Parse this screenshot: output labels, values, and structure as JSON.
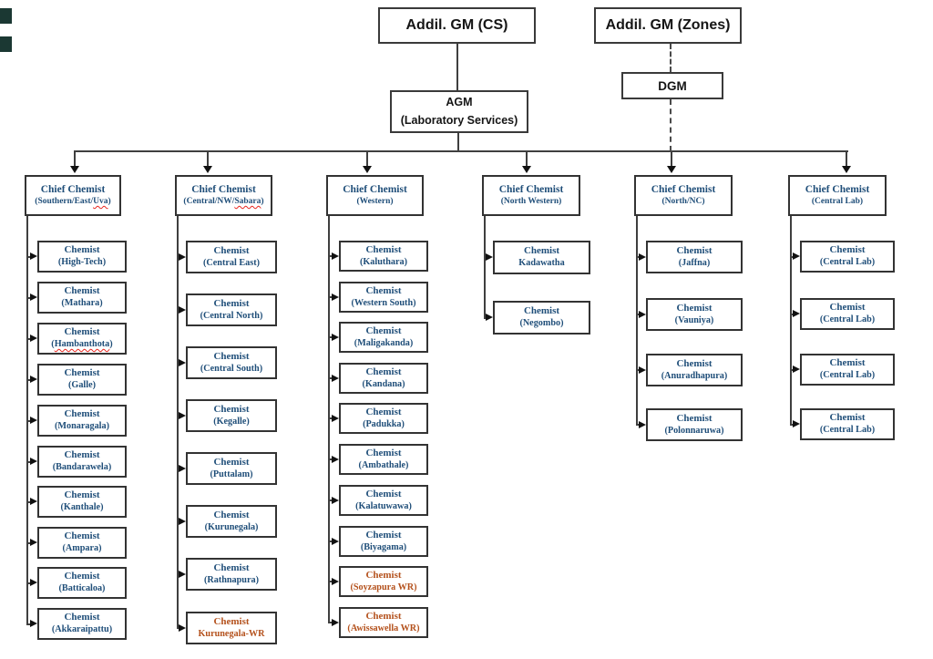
{
  "colors": {
    "text_blue": "#1F4E79",
    "text_orange": "#B4511C",
    "spellcheck_red": "#E8261F",
    "line": "#3f3f3f",
    "edge_mark": "#1B3833"
  },
  "top": {
    "addl_gm_cs": "Addil. GM (CS)",
    "addl_gm_zones": "Addil. GM (Zones)",
    "agm_line1": "AGM",
    "agm_line2": "(Laboratory Services)",
    "dgm": "DGM"
  },
  "columns": [
    {
      "chief": {
        "line1": "Chief Chemist",
        "line2": "(Southern/East/Uva)",
        "wavy": "Uva"
      },
      "children": [
        {
          "line1": "Chemist",
          "line2": "(High-Tech)"
        },
        {
          "line1": "Chemist",
          "line2": "(Mathara)"
        },
        {
          "line1": "Chemist",
          "line2": "(Hambanthota)",
          "wavy": "Hambanthota"
        },
        {
          "line1": "Chemist",
          "line2": "(Galle)"
        },
        {
          "line1": "Chemist",
          "line2": "(Monaragala)"
        },
        {
          "line1": "Chemist",
          "line2": "(Bandarawela)"
        },
        {
          "line1": "Chemist",
          "line2": "(Kanthale)"
        },
        {
          "line1": "Chemist",
          "line2": "(Ampara)"
        },
        {
          "line1": "Chemist",
          "line2": "(Batticaloa)"
        },
        {
          "line1": "Chemist",
          "line2": "(Akkaraipattu)"
        }
      ]
    },
    {
      "chief": {
        "line1": "Chief Chemist",
        "line2": "(Central/NW/Sabara)",
        "wavy": "Sabara"
      },
      "children": [
        {
          "line1": "Chemist",
          "line2": "(Central East)"
        },
        {
          "line1": "Chemist",
          "line2": "(Central North)"
        },
        {
          "line1": "Chemist",
          "line2": "(Central South)"
        },
        {
          "line1": "Chemist",
          "line2": "(Kegalle)"
        },
        {
          "line1": "Chemist",
          "line2": "(Puttalam)"
        },
        {
          "line1": "Chemist",
          "line2": "(Kurunegala)"
        },
        {
          "line1": "Chemist",
          "line2": "(Rathnapura)"
        },
        {
          "line1": "Chemist",
          "line2": "Kurunegala-WR",
          "accent": "orange"
        }
      ]
    },
    {
      "chief": {
        "line1": "Chief Chemist",
        "line2": "(Western)"
      },
      "children": [
        {
          "line1": "Chemist",
          "line2": "(Kaluthara)"
        },
        {
          "line1": "Chemist",
          "line2": "(Western South)"
        },
        {
          "line1": "Chemist",
          "line2": "(Maligakanda)"
        },
        {
          "line1": "Chemist",
          "line2": "(Kandana)"
        },
        {
          "line1": "Chemist",
          "line2": "(Padukka)"
        },
        {
          "line1": "Chemist",
          "line2": "(Ambathale)"
        },
        {
          "line1": "Chemist",
          "line2": "(Kalatuwawa)"
        },
        {
          "line1": "Chemist",
          "line2": "(Biyagama)"
        },
        {
          "line1": "Chemist",
          "line2": "(Soyzapura WR)",
          "accent": "orange"
        },
        {
          "line1": "Chemist",
          "line2": "(Awissawella WR)",
          "accent": "orange"
        }
      ]
    },
    {
      "chief": {
        "line1": "Chief Chemist",
        "line2": "(North Western)"
      },
      "children": [
        {
          "line1": "Chemist",
          "line2": "Kadawatha"
        },
        {
          "line1": "Chemist",
          "line2": "(Negombo)"
        }
      ]
    },
    {
      "chief": {
        "line1": "Chief Chemist",
        "line2": "(North/NC)"
      },
      "children": [
        {
          "line1": "Chemist",
          "line2": "(Jaffna)"
        },
        {
          "line1": "Chemist",
          "line2": "(Vauniya)"
        },
        {
          "line1": "Chemist",
          "line2": "(Anuradhapura)"
        },
        {
          "line1": "Chemist",
          "line2": "(Polonnaruwa)"
        }
      ]
    },
    {
      "chief": {
        "line1": "Chief Chemist",
        "line2": "(Central Lab)"
      },
      "children": [
        {
          "line1": "Chemist",
          "line2": "(Central Lab)"
        },
        {
          "line1": "Chemist",
          "line2": "(Central Lab)"
        },
        {
          "line1": "Chemist",
          "line2": "(Central Lab)"
        },
        {
          "line1": "Chemist",
          "line2": "(Central Lab)"
        }
      ]
    }
  ]
}
